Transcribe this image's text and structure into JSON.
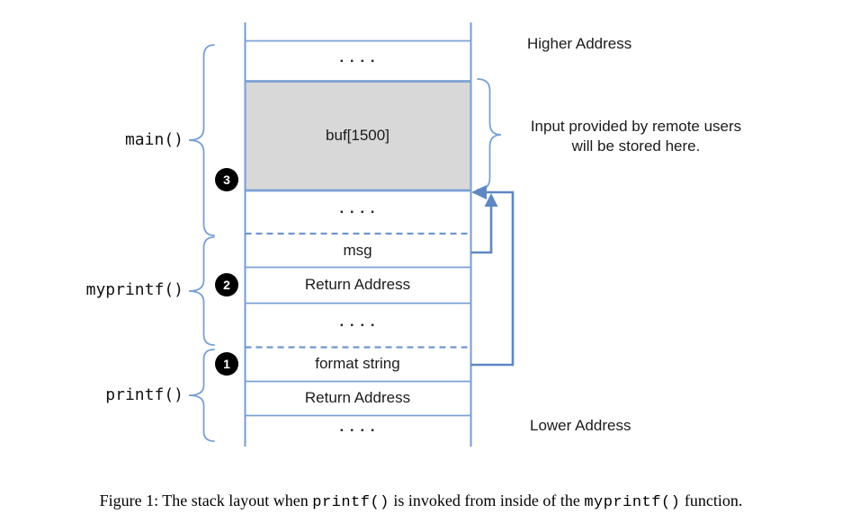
{
  "colors": {
    "line_blue": "#7aa0d4",
    "dash_blue": "#6f97cd",
    "arrow_blue": "#5e87c3",
    "buf_fill": "#d8d8d8",
    "marker_bg": "#000000"
  },
  "stack": {
    "rows": [
      {
        "label": ". . . ."
      },
      {
        "label": "buf[1500]"
      },
      {
        "label": ". . . ."
      },
      {
        "label": "msg"
      },
      {
        "label": "Return Address"
      },
      {
        "label": ". . . ."
      },
      {
        "label": "format string"
      },
      {
        "label": "Return Address"
      },
      {
        "label": ". . . ."
      }
    ]
  },
  "functions": {
    "main": "main()",
    "myprintf": "myprintf()",
    "printf": "printf()"
  },
  "markers": {
    "m1": "1",
    "m2": "2",
    "m3": "3"
  },
  "labels": {
    "higher_address": "Higher Address",
    "lower_address": "Lower Address",
    "annotation_line1": "Input provided by remote users",
    "annotation_line2": "will be stored here."
  },
  "figure": {
    "caption": {
      "part1": "Figure 1: The stack layout when",
      "code1": "printf()",
      "part2": "is invoked from inside of the",
      "code2": "myprintf()",
      "part3": "function."
    }
  }
}
